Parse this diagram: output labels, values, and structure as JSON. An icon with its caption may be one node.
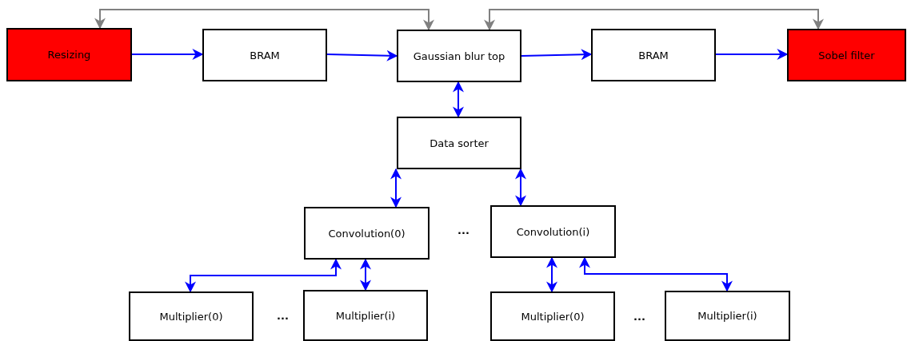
{
  "diagram": {
    "nodes": [
      {
        "text": [
          "Resizing"
        ]
      },
      {
        "text": [
          "BRAM"
        ]
      },
      {
        "text": [
          "Gaussian blur top"
        ]
      },
      {
        "text": [
          "BRAM"
        ]
      },
      {
        "text": [
          "Sobel filter"
        ]
      },
      {
        "text": [
          "Data sorter"
        ]
      },
      {
        "text": [
          "Convolution(0)"
        ]
      },
      {
        "text": [
          "Convolution(i)"
        ]
      },
      {
        "text": [
          "Multiplier(0)"
        ]
      },
      {
        "text": [
          "Multiplier(i)"
        ]
      },
      {
        "text": [
          "Multiplier(0)"
        ]
      },
      {
        "text": [
          "Multiplier(i)"
        ]
      }
    ],
    "edges": [
      {
        "from": 0,
        "to": 1,
        "arrow": "to"
      },
      {
        "from": 1,
        "to": 2,
        "arrow": "to"
      },
      {
        "from": 2,
        "to": 3,
        "arrow": "to"
      },
      {
        "from": 3,
        "to": 4,
        "arrow": "to"
      },
      {
        "from": 0,
        "to": 2,
        "arrow": "both",
        "color": "#808080"
      },
      {
        "from": 2,
        "to": 4,
        "arrow": "both",
        "color": "#808080"
      },
      {
        "from": 2,
        "to": 5,
        "arrow": "both"
      },
      {
        "from": 5,
        "to": 6,
        "arrow": "both"
      },
      {
        "from": 5,
        "to": 7,
        "arrow": "both"
      },
      {
        "from": 6,
        "to": 8,
        "arrow": "both"
      },
      {
        "from": 6,
        "to": 9,
        "arrow": "both"
      },
      {
        "from": 7,
        "to": 10,
        "arrow": "both"
      },
      {
        "from": 7,
        "to": 11,
        "arrow": "both"
      }
    ],
    "labels": [
      "...",
      "...",
      "..."
    ]
  }
}
